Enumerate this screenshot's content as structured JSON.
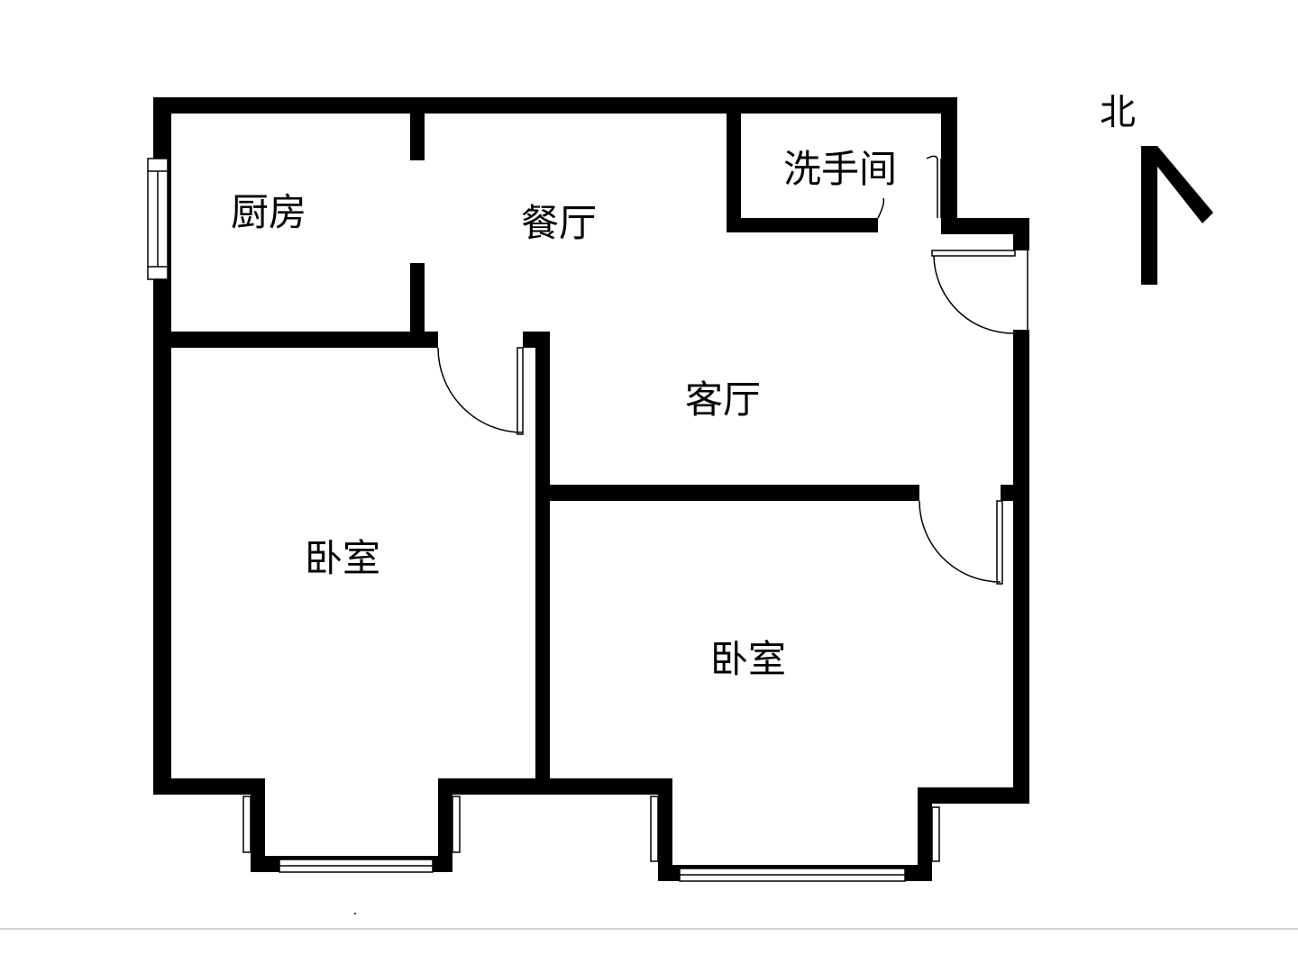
{
  "rooms": {
    "kitchen": "厨房",
    "dining": "餐厅",
    "bathroom": "洗手间",
    "living": "客厅",
    "bedroom_left": "卧室",
    "bedroom_right": "卧室"
  },
  "compass": {
    "north": "北"
  },
  "colors": {
    "wall": "#000000",
    "background": "#ffffff",
    "footer_line": "#d4d4d4"
  }
}
